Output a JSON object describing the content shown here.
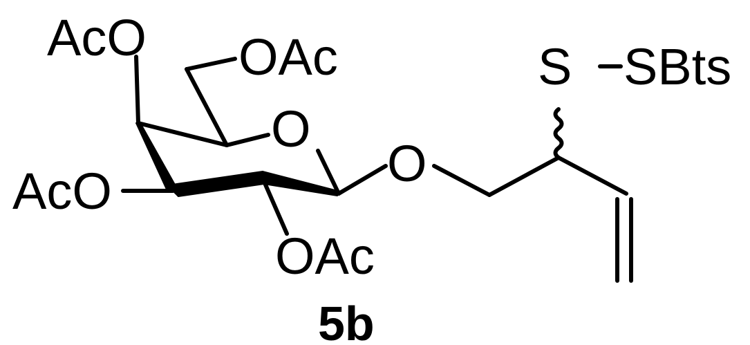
{
  "molecule": {
    "substituents": {
      "acetoxy_c4": "AcO",
      "acetoxy_c6": "OAc",
      "acetoxy_c3": "AcO",
      "acetoxy_c2": "OAc"
    },
    "ring_oxygen": "O",
    "glycosidic_oxygen": "O",
    "disulfide_sulfur": "S",
    "sbts_group": "SBts",
    "compound_label": "5b"
  },
  "colors": {
    "ink": "#000000",
    "background": "#ffffff"
  }
}
